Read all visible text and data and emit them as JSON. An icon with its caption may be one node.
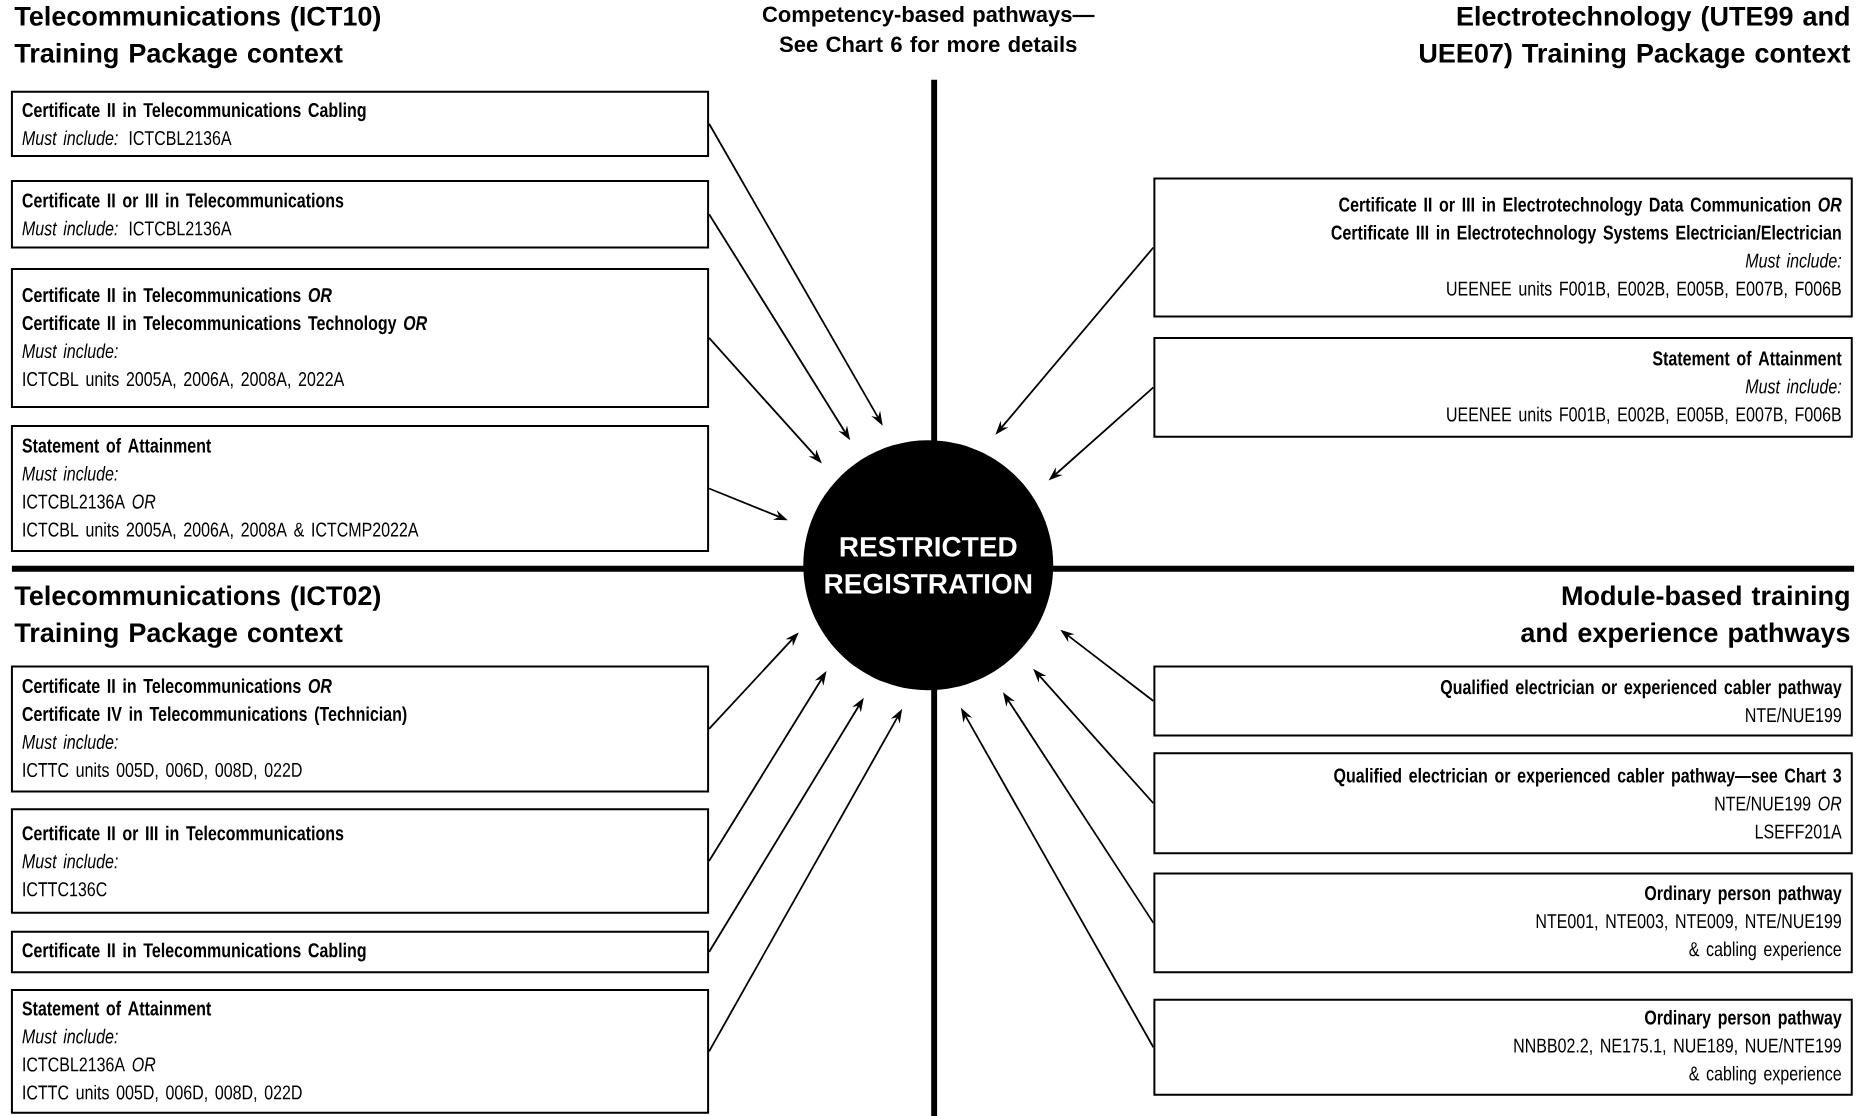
{
  "diagram": {
    "nodes": [
      {
        "text": [
          "RESTRICTED REGISTRATION"
        ]
      },
      {
        "text": [
          "Certificate II in Telecommunications Cabling",
          "*Must include:* ICTCBL2136A"
        ]
      },
      {
        "text": [
          "Certificate II or III in Telecommunications",
          "*Must include:* ICTCBL2136A"
        ]
      },
      {
        "text": [
          "Certificate II in Telecommunications *OR*",
          "Certificate II in Telecommunications Technology *OR*",
          "Must include:",
          "ICTCBL units 2005A, 2006A, 2008A, 2022A"
        ]
      },
      {
        "text": [
          "Statement of Attainment",
          "Must include:",
          "ICTCBL2136A *OR*",
          "ICTCBL units 2005A, 2006A, 2008A & ICTCMP2022A"
        ]
      },
      {
        "text": [
          "Certificate II in Telecommunications *OR*",
          "Certificate IV in Telecommunications (Technician)",
          "Must include:",
          "ICTTC units 005D, 006D, 008D, 022D"
        ]
      },
      {
        "text": [
          "Certificate II or III in Telecommunications",
          "Must include:",
          "ICTTC136C"
        ]
      },
      {
        "text": [
          "Certificate II in Telecommunications Cabling"
        ]
      },
      {
        "text": [
          "Statement of Attainment",
          "Must include:",
          "ICTCBL2136A *OR*",
          "ICTTC units 005D, 006D, 008D, 022D"
        ]
      },
      {
        "text": [
          "Certificate II or III in Electrotechnology Data Communication *OR*",
          "Certificate III in Electrotechnology Systems Electrician/Electrician",
          "Must include:",
          "UEENEE units F001B, E002B, E005B, E007B, F006B"
        ]
      },
      {
        "text": [
          "Statement of Attainment",
          "Must include:",
          "UEENEE units F001B, E002B, E005B, E007B, F006B"
        ]
      },
      {
        "text": [
          "Qualified electrician or experienced cabler pathway",
          "NTE/NUE199"
        ]
      },
      {
        "text": [
          "Qualified electrician or experienced cabler pathway—see Chart 3",
          "NTE/NUE199 *OR*",
          "LSEFF201A"
        ]
      },
      {
        "text": [
          "Ordinary person pathway",
          "NTE001, NTE003, NTE009, NTE/NUE199",
          "& cabling experience"
        ]
      },
      {
        "text": [
          "Ordinary person pathway",
          "NNBB02.2, NE175.1, NUE189, NUE/NTE199",
          "& cabling experience"
        ]
      }
    ],
    "edges": [
      {
        "from": 1,
        "to": 0,
        "arrow": "to"
      },
      {
        "from": 2,
        "to": 0,
        "arrow": "to"
      },
      {
        "from": 3,
        "to": 0,
        "arrow": "to"
      },
      {
        "from": 4,
        "to": 0,
        "arrow": "to"
      },
      {
        "from": 5,
        "to": 0,
        "arrow": "to"
      },
      {
        "from": 6,
        "to": 0,
        "arrow": "to"
      },
      {
        "from": 7,
        "to": 0,
        "arrow": "to"
      },
      {
        "from": 8,
        "to": 0,
        "arrow": "to"
      },
      {
        "from": 9,
        "to": 0,
        "arrow": "to"
      },
      {
        "from": 10,
        "to": 0,
        "arrow": "to"
      },
      {
        "from": 11,
        "to": 0,
        "arrow": "to"
      },
      {
        "from": 12,
        "to": 0,
        "arrow": "to"
      },
      {
        "from": 13,
        "to": 0,
        "arrow": "to"
      },
      {
        "from": 14,
        "to": 0,
        "arrow": "to"
      }
    ],
    "labels": [
      "Telecommunications (ICT10) Training Package context",
      "Competency-based pathways— See Chart 6 for more details",
      "Electrotechnology (UTE99 and UEE07) Training Package context",
      "Telecommunications (ICT02) Training Package context",
      "Module-based training and experience pathways"
    ]
  }
}
